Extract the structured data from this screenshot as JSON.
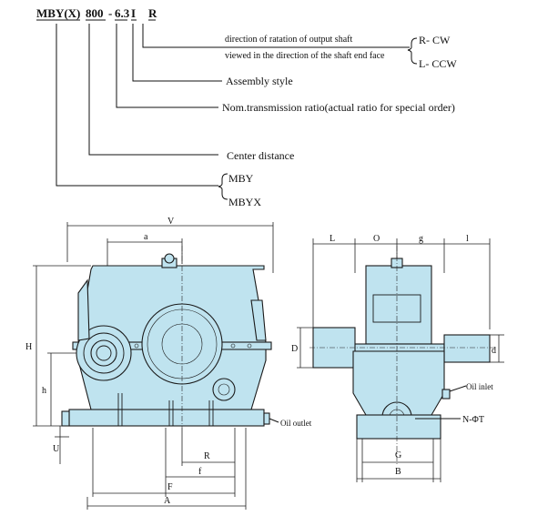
{
  "model_code": {
    "series": "MBY(X)",
    "center_distance_value": "800",
    "separator": "-",
    "ratio_value": "6.3",
    "assembly": "I",
    "rotation": "R"
  },
  "legend": {
    "rotation_line1": "direction of ratation of output shaft",
    "rotation_line2": "viewed in the direction of the shaft end face",
    "cw": "R-  CW",
    "ccw": "L-  CCW",
    "assembly_style": "Assembly style",
    "ratio_desc": "Nom.transmission ratio(actual ratio for special order)",
    "center_distance": "Center distance",
    "series_a": "MBY",
    "series_b": "MBYX"
  },
  "front_view": {
    "dims": {
      "V": "V",
      "a": "a",
      "H": "H",
      "h": "h",
      "U": "U",
      "R": "R",
      "f": "f",
      "F": "F",
      "A": "A"
    },
    "oil_outlet": "Oil outlet"
  },
  "side_view": {
    "dims": {
      "L": "L",
      "O": "O",
      "g": "g",
      "l": "l",
      "D": "D",
      "d": "d",
      "G": "G",
      "B": "B"
    },
    "oil_inlet": "Oil inlet",
    "bolt": "N-ΦT"
  },
  "colors": {
    "housing": "#bfe3ef",
    "line": "#1a1a1a"
  }
}
